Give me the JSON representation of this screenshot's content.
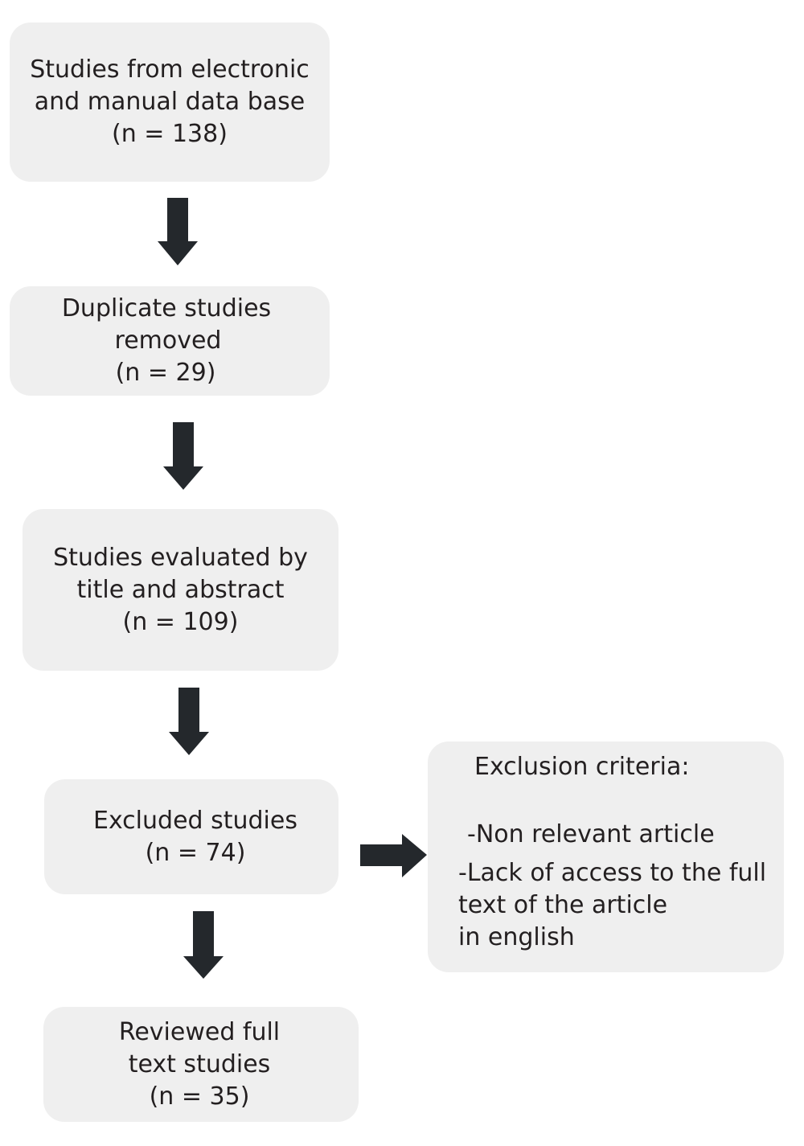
{
  "flowchart": {
    "sources": {
      "lines": [
        "Studies from electronic",
        "and manual data base",
        "(n = 138)"
      ]
    },
    "duplicates": {
      "lines": [
        "Duplicate studies",
        "removed",
        "(n = 29)"
      ]
    },
    "screened": {
      "lines": [
        "Studies evaluated by",
        "title and abstract",
        "(n = 109)"
      ]
    },
    "excluded": {
      "lines": [
        "Excluded studies",
        "(n = 74)"
      ]
    },
    "reviewed": {
      "lines": [
        "Reviewed full",
        "text studies",
        "(n = 35)"
      ]
    },
    "exclusion_criteria": {
      "title": "Exclusion criteria:",
      "items": [
        "-Non relevant article",
        "-Lack of access to the full",
        "text of the article",
        "in english"
      ]
    },
    "colors": {
      "box_fill": "#efefef",
      "arrow": "#24282c",
      "text": "#231f20"
    },
    "arrows": [
      {
        "from": "sources",
        "to": "duplicates",
        "direction": "down"
      },
      {
        "from": "duplicates",
        "to": "screened",
        "direction": "down"
      },
      {
        "from": "screened",
        "to": "excluded",
        "direction": "down"
      },
      {
        "from": "excluded",
        "to": "reviewed",
        "direction": "down"
      },
      {
        "from": "excluded",
        "to": "exclusion_criteria",
        "direction": "right"
      }
    ]
  }
}
